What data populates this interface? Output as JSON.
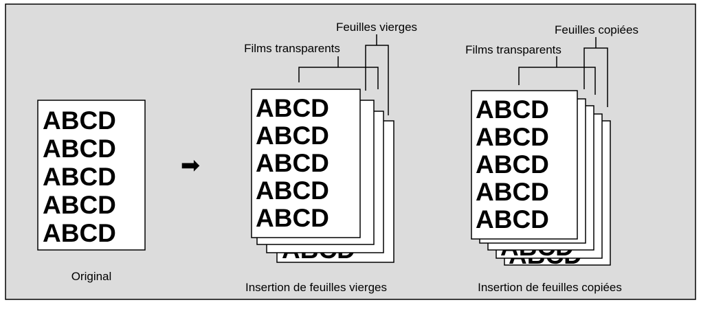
{
  "original_label": "Original",
  "page_text": "ABCD",
  "arrow_glyph": "➡",
  "blank_sheets": {
    "top_label": "Feuilles vierges",
    "film_label": "Films transparents",
    "caption": "Insertion de feuilles vierges"
  },
  "copied_sheets": {
    "top_label": "Feuilles copiées",
    "film_label": "Films transparents",
    "caption": "Insertion de feuilles copiées"
  },
  "colors": {
    "panel": "#dcdcdc",
    "border": "#000000",
    "sheet": "#ffffff",
    "ink": "#000000"
  }
}
